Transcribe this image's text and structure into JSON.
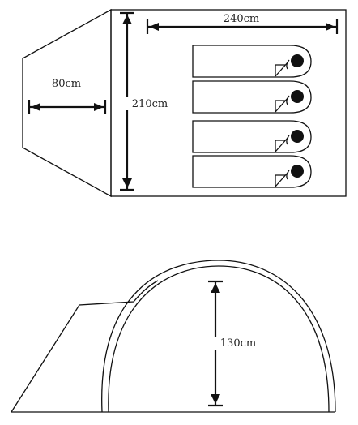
{
  "plan_view": {
    "width_label": "240cm",
    "depth_label": "210cm",
    "vestibule_label": "80cm",
    "sleeping_bag_count": 4
  },
  "side_view": {
    "height_label": "130cm"
  },
  "colors": {
    "line": "#111111",
    "fill": "#ffffff"
  }
}
